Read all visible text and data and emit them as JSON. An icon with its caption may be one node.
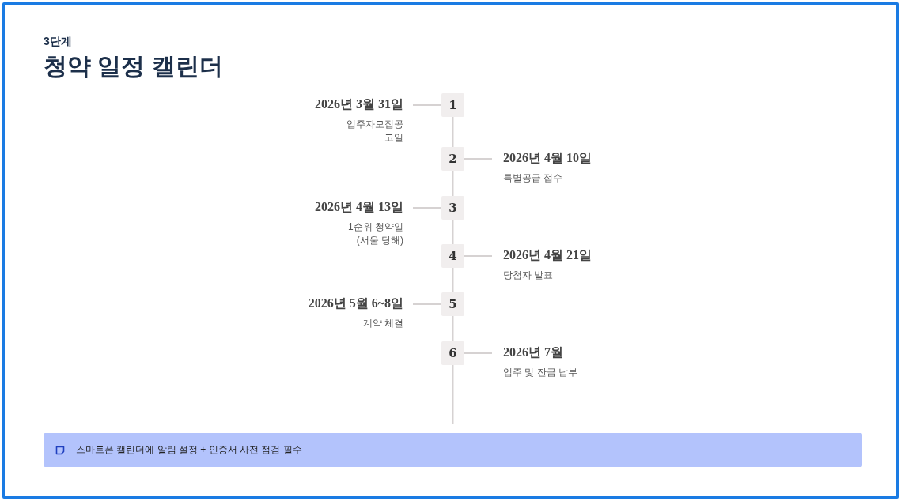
{
  "diagram": {
    "title": "청약 일정 캘린더",
    "nodes": [
      {
        "text": [
          "1"
        ]
      },
      {
        "text": [
          "2026년 3월 31일",
          "입주자모집공고일"
        ]
      },
      {
        "text": [
          "2"
        ]
      },
      {
        "text": [
          "2026년 4월 10일",
          "특별공급 접수"
        ]
      },
      {
        "text": [
          "3"
        ]
      },
      {
        "text": [
          "2026년 4월 13일",
          "1순위 청약일 (서울 당해)"
        ]
      },
      {
        "text": [
          "4"
        ]
      },
      {
        "text": [
          "2026년 4월 21일",
          "당첨자 발표"
        ]
      },
      {
        "text": [
          "5"
        ]
      },
      {
        "text": [
          "2026년 5월 6~8일",
          "계약 체결"
        ]
      },
      {
        "text": [
          "6"
        ]
      },
      {
        "text": [
          "2026년 7월",
          "입주 및 잔금 납부"
        ]
      },
      {
        "text": [
          "스마트폰 캘린더에 알림 설정 + 인증서 사전 점검 필수"
        ]
      }
    ],
    "edges": [
      {
        "from": 0,
        "to": 1,
        "arrow": "none"
      },
      {
        "from": 0,
        "to": 2,
        "arrow": "none"
      },
      {
        "from": 2,
        "to": 3,
        "arrow": "none"
      },
      {
        "from": 2,
        "to": 4,
        "arrow": "none"
      },
      {
        "from": 4,
        "to": 5,
        "arrow": "none"
      },
      {
        "from": 4,
        "to": 6,
        "arrow": "none"
      },
      {
        "from": 6,
        "to": 7,
        "arrow": "none"
      },
      {
        "from": 6,
        "to": 8,
        "arrow": "none"
      },
      {
        "from": 8,
        "to": 9,
        "arrow": "none"
      },
      {
        "from": 8,
        "to": 10,
        "arrow": "none"
      },
      {
        "from": 10,
        "to": 11,
        "arrow": "none"
      }
    ],
    "labels": [
      "3단계"
    ]
  }
}
